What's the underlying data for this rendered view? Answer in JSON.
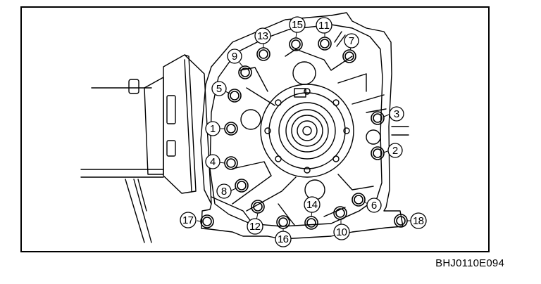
{
  "figure": {
    "code": "BHJ0110E094",
    "callouts": [
      {
        "id": "1",
        "label": "1"
      },
      {
        "id": "2",
        "label": "2"
      },
      {
        "id": "3",
        "label": "3"
      },
      {
        "id": "4",
        "label": "4"
      },
      {
        "id": "5",
        "label": "5"
      },
      {
        "id": "6",
        "label": "6"
      },
      {
        "id": "7",
        "label": "7"
      },
      {
        "id": "8",
        "label": "8"
      },
      {
        "id": "9",
        "label": "9"
      },
      {
        "id": "10",
        "label": "10"
      },
      {
        "id": "11",
        "label": "11"
      },
      {
        "id": "12",
        "label": "12"
      },
      {
        "id": "13",
        "label": "13"
      },
      {
        "id": "14",
        "label": "14"
      },
      {
        "id": "15",
        "label": "15"
      },
      {
        "id": "16",
        "label": "16"
      },
      {
        "id": "17",
        "label": "17"
      },
      {
        "id": "18",
        "label": "18"
      }
    ]
  }
}
